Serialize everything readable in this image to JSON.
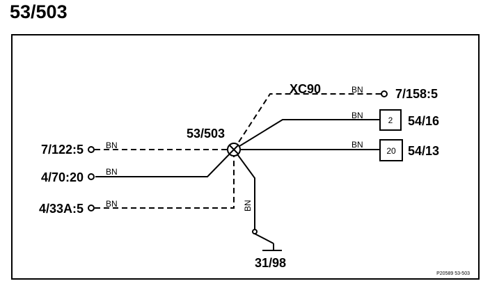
{
  "page_title": "53/503",
  "splice_label": "53/503",
  "connections": {
    "left_top": "7/122:5",
    "left_mid": "4/70:20",
    "left_bottom": "4/33A:5",
    "right_top": "7/158:5",
    "right_mid": "54/16",
    "right_bottom": "54/13",
    "ground": "31/98"
  },
  "wire_color_label": "BN",
  "variant_label": "XC90",
  "connector_pins": {
    "pin_mid": "2",
    "pin_bottom": "20"
  },
  "footer_code": "P20589  53-503"
}
